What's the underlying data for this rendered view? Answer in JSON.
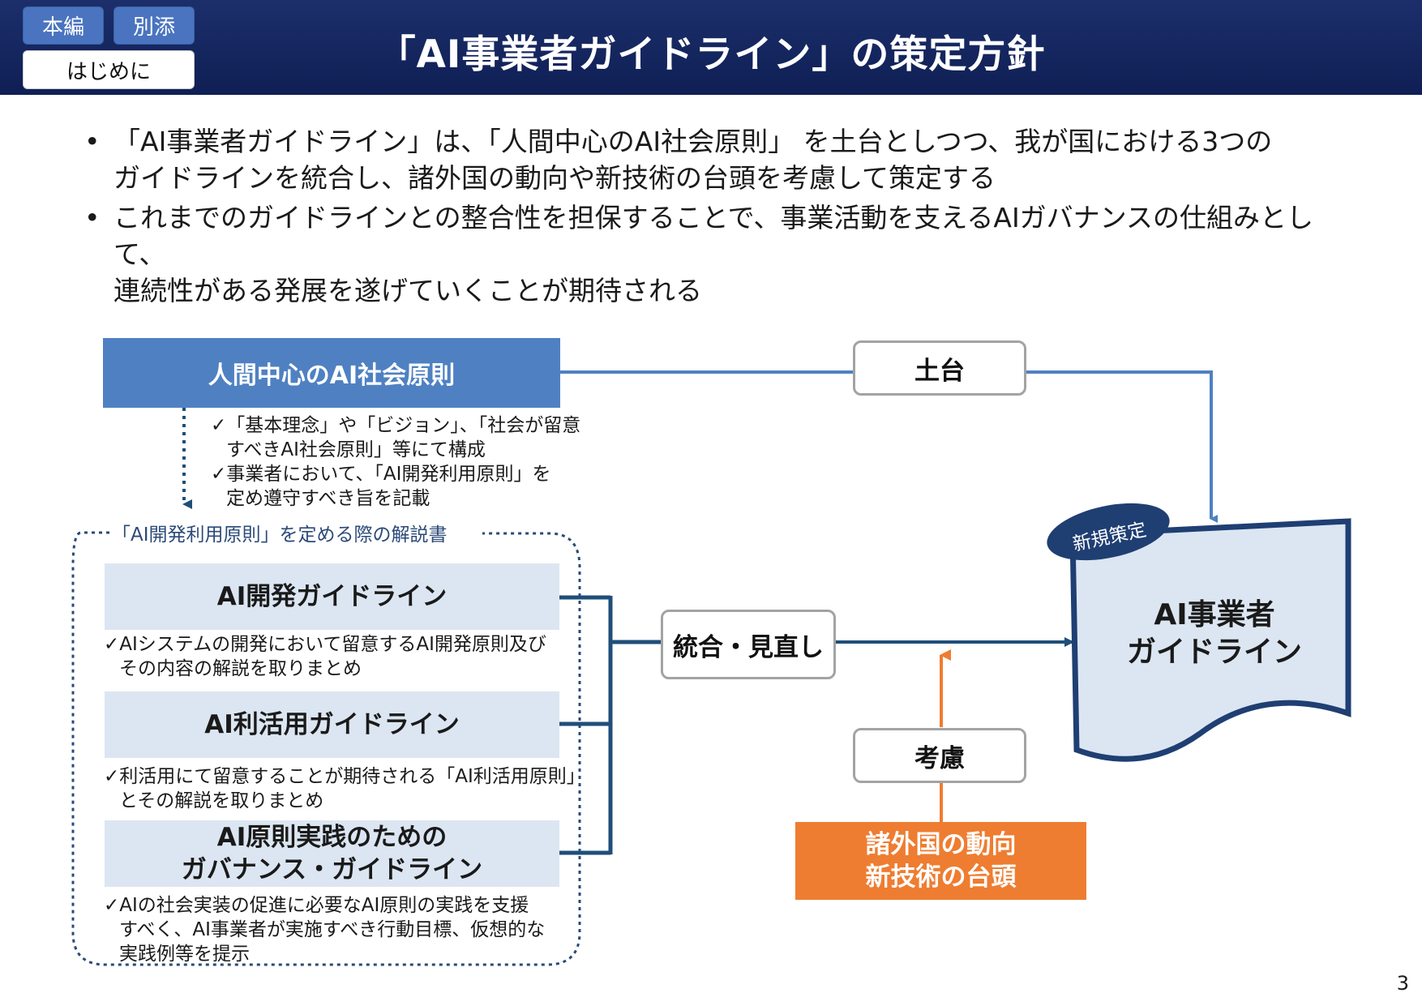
{
  "header": {
    "tab_main": "本編",
    "tab_attachment": "別添",
    "tab_intro": "はじめに",
    "title": "「AI事業者ガイドライン」の策定方針"
  },
  "bullets": [
    {
      "line1": "「AI事業者ガイドライン」は、「人間中心のAI社会原則」 を土台としつつ、我が国における3つの",
      "line2": "ガイドラインを統合し、諸外国の動向や新技術の台頭を考慮して策定する"
    },
    {
      "line1": "これまでのガイドラインとの整合性を担保することで、事業活動を支えるAIガバナンスの仕組みとして、",
      "line2": "連続性がある発展を遂げていくことが期待される"
    }
  ],
  "diagram": {
    "principles_box": "人間中心のAI社会原則",
    "principles_notes": [
      "✓「基本理念」や「ビジョン」、「社会が留意",
      "すべきAI社会原則」等にて構成",
      "✓事業者において、「AI開発利用原則」を",
      "定め遵守すべき旨を記載"
    ],
    "group_label": "「AI開発利用原則」を定める際の解説書",
    "guidelines": [
      {
        "title": "AI開発ガイドライン",
        "note1": "✓AIシステムの開発において留意するAI開発原則及び",
        "note2": "その内容の解説を取りまとめ",
        "note3": ""
      },
      {
        "title": "AI利活用ガイドライン",
        "note1": "✓利活用にて留意することが期待される「AI利活用原則」",
        "note2": "とその解説を取りまとめ",
        "note3": ""
      },
      {
        "title_line1": "AI原則実践のための",
        "title_line2": "ガバナンス・ガイドライン",
        "note1": "✓AIの社会実装の促進に必要なAI原則の実践を支援",
        "note2": "すべく、AI事業者が実施すべき行動目標、仮想的な",
        "note3": "実践例等を提示"
      }
    ],
    "foundation_label": "土台",
    "integrate_label": "統合・見直し",
    "consider_label": "考慮",
    "external_line1": "諸外国の動向",
    "external_line2": "新技術の台頭",
    "new_badge": "新規策定",
    "result_line1": "AI事業者",
    "result_line2": "ガイドライン",
    "colors": {
      "header_navy": "#13245e",
      "principles_blue": "#4f81c2",
      "guideline_fill": "#dce6f2",
      "connector_navy": "#1f4e79",
      "orange": "#ee7d31",
      "doc_border": "#1f3f73"
    }
  },
  "page_number": "3"
}
